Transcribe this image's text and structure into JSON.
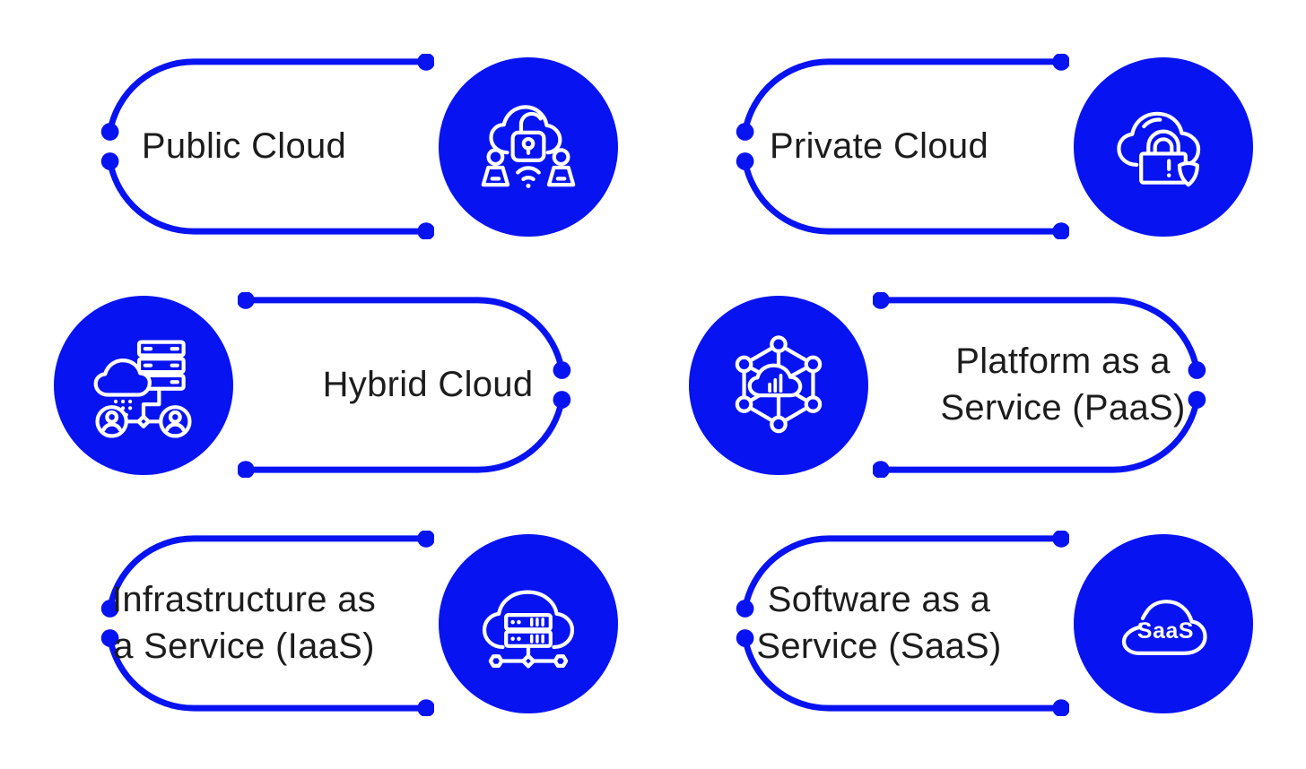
{
  "colors": {
    "primary": "#0813f2",
    "label_text": "#1c1c1c",
    "background": "#ffffff",
    "icon_stroke": "#ffffff"
  },
  "cards": [
    {
      "id": "public-cloud",
      "label": "Public Cloud",
      "lines": [
        "Public Cloud"
      ],
      "icon": "public-cloud-icon",
      "icon_side": "right"
    },
    {
      "id": "private-cloud",
      "label": "Private Cloud",
      "lines": [
        "Private Cloud"
      ],
      "icon": "private-cloud-icon",
      "icon_side": "right"
    },
    {
      "id": "hybrid-cloud",
      "label": "Hybrid Cloud",
      "lines": [
        "Hybrid Cloud"
      ],
      "icon": "hybrid-cloud-icon",
      "icon_side": "left"
    },
    {
      "id": "paas",
      "label": "Platform as a Service (PaaS)",
      "lines": [
        "Platform as a",
        "Service (PaaS)"
      ],
      "icon": "paas-icon",
      "icon_side": "left"
    },
    {
      "id": "iaas",
      "label": "Infrastructure as a Service (IaaS)",
      "lines": [
        "Infrastructure as",
        "a Service (IaaS)"
      ],
      "icon": "iaas-icon",
      "icon_side": "right"
    },
    {
      "id": "saas",
      "label": "Software as a Service (SaaS)",
      "lines": [
        "Software as a",
        "Service (SaaS)"
      ],
      "icon": "saas-icon",
      "icon_side": "right",
      "icon_text": "SaaS"
    }
  ]
}
